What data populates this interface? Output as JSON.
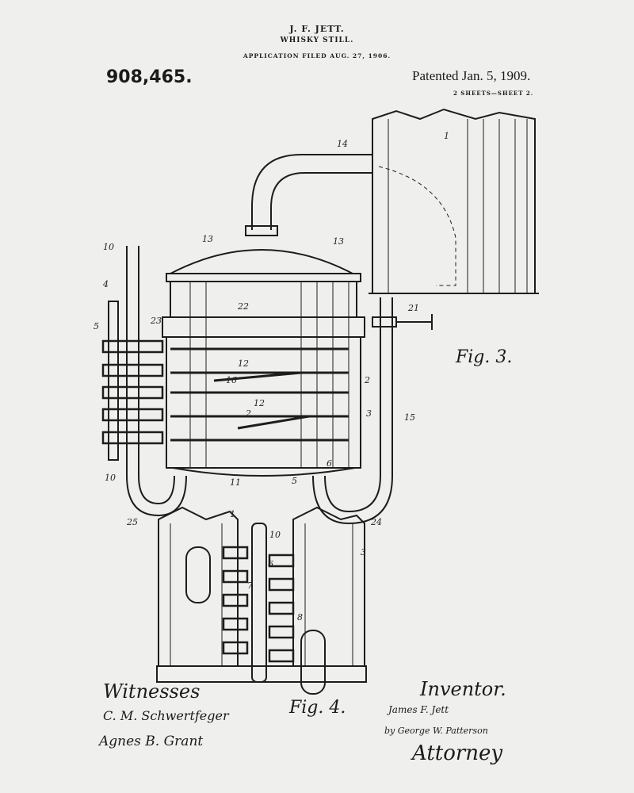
{
  "header": {
    "inventor": "J. F. JETT.",
    "title": "WHISKY STILL.",
    "filed": "APPLICATION FILED AUG. 27, 1906.",
    "patent_number": "908,465.",
    "patent_date": "Patented Jan. 5, 1909.",
    "sheets": "2 SHEETS—SHEET 2."
  },
  "figures": {
    "fig3": "Fig. 3.",
    "fig4": "Fig. 4."
  },
  "reference_numerals": [
    "1",
    "14",
    "13",
    "13",
    "10",
    "4",
    "5",
    "22",
    "23",
    "21",
    "2",
    "12",
    "16",
    "12",
    "2",
    "3",
    "15",
    "6",
    "10",
    "11",
    "5",
    "25",
    "24",
    "1",
    "10",
    "3",
    "6",
    "7",
    "8"
  ],
  "signatures": {
    "witnesses_label": "Witnesses",
    "witness1": "C. M. Schwertfeger",
    "witness2": "Agnes B. Grant",
    "inventor_label": "Inventor.",
    "inventor_sig": "James F. Jett",
    "attorney_sig": "by George W. Patterson",
    "attorney_label": "Attorney"
  }
}
